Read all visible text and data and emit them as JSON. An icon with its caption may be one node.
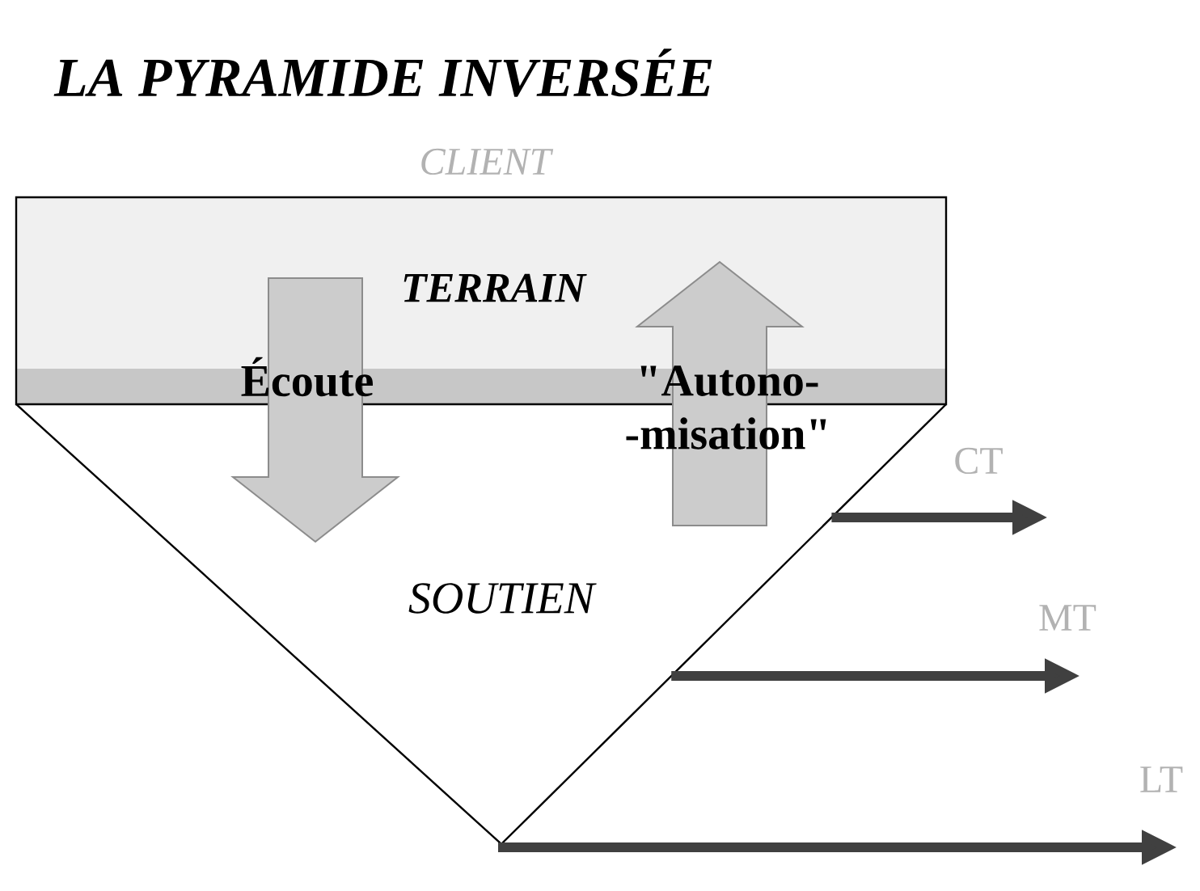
{
  "diagram": {
    "title": "LA PYRAMIDE INVERSÉE",
    "nodes": [
      {
        "text": [
          "TERRAIN"
        ]
      },
      {
        "text": [
          "SOUTIEN"
        ]
      },
      {
        "text": [
          "CT"
        ]
      },
      {
        "text": [
          "MT"
        ]
      },
      {
        "text": [
          "LT"
        ]
      }
    ],
    "edges": [
      {
        "from": 0,
        "to": 1,
        "arrow": "to",
        "label": "Écoute",
        "style": "thick",
        "color": "#cccccc"
      },
      {
        "from": 1,
        "to": 0,
        "arrow": "to",
        "label": "\"Autono- -misation\"",
        "style": "thick",
        "color": "#cccccc"
      },
      {
        "from": 1,
        "to": 2,
        "arrow": "to"
      },
      {
        "from": 1,
        "to": 3,
        "arrow": "to"
      },
      {
        "from": 1,
        "to": 4,
        "arrow": "to"
      }
    ],
    "labels": [
      "CLIENT"
    ]
  }
}
